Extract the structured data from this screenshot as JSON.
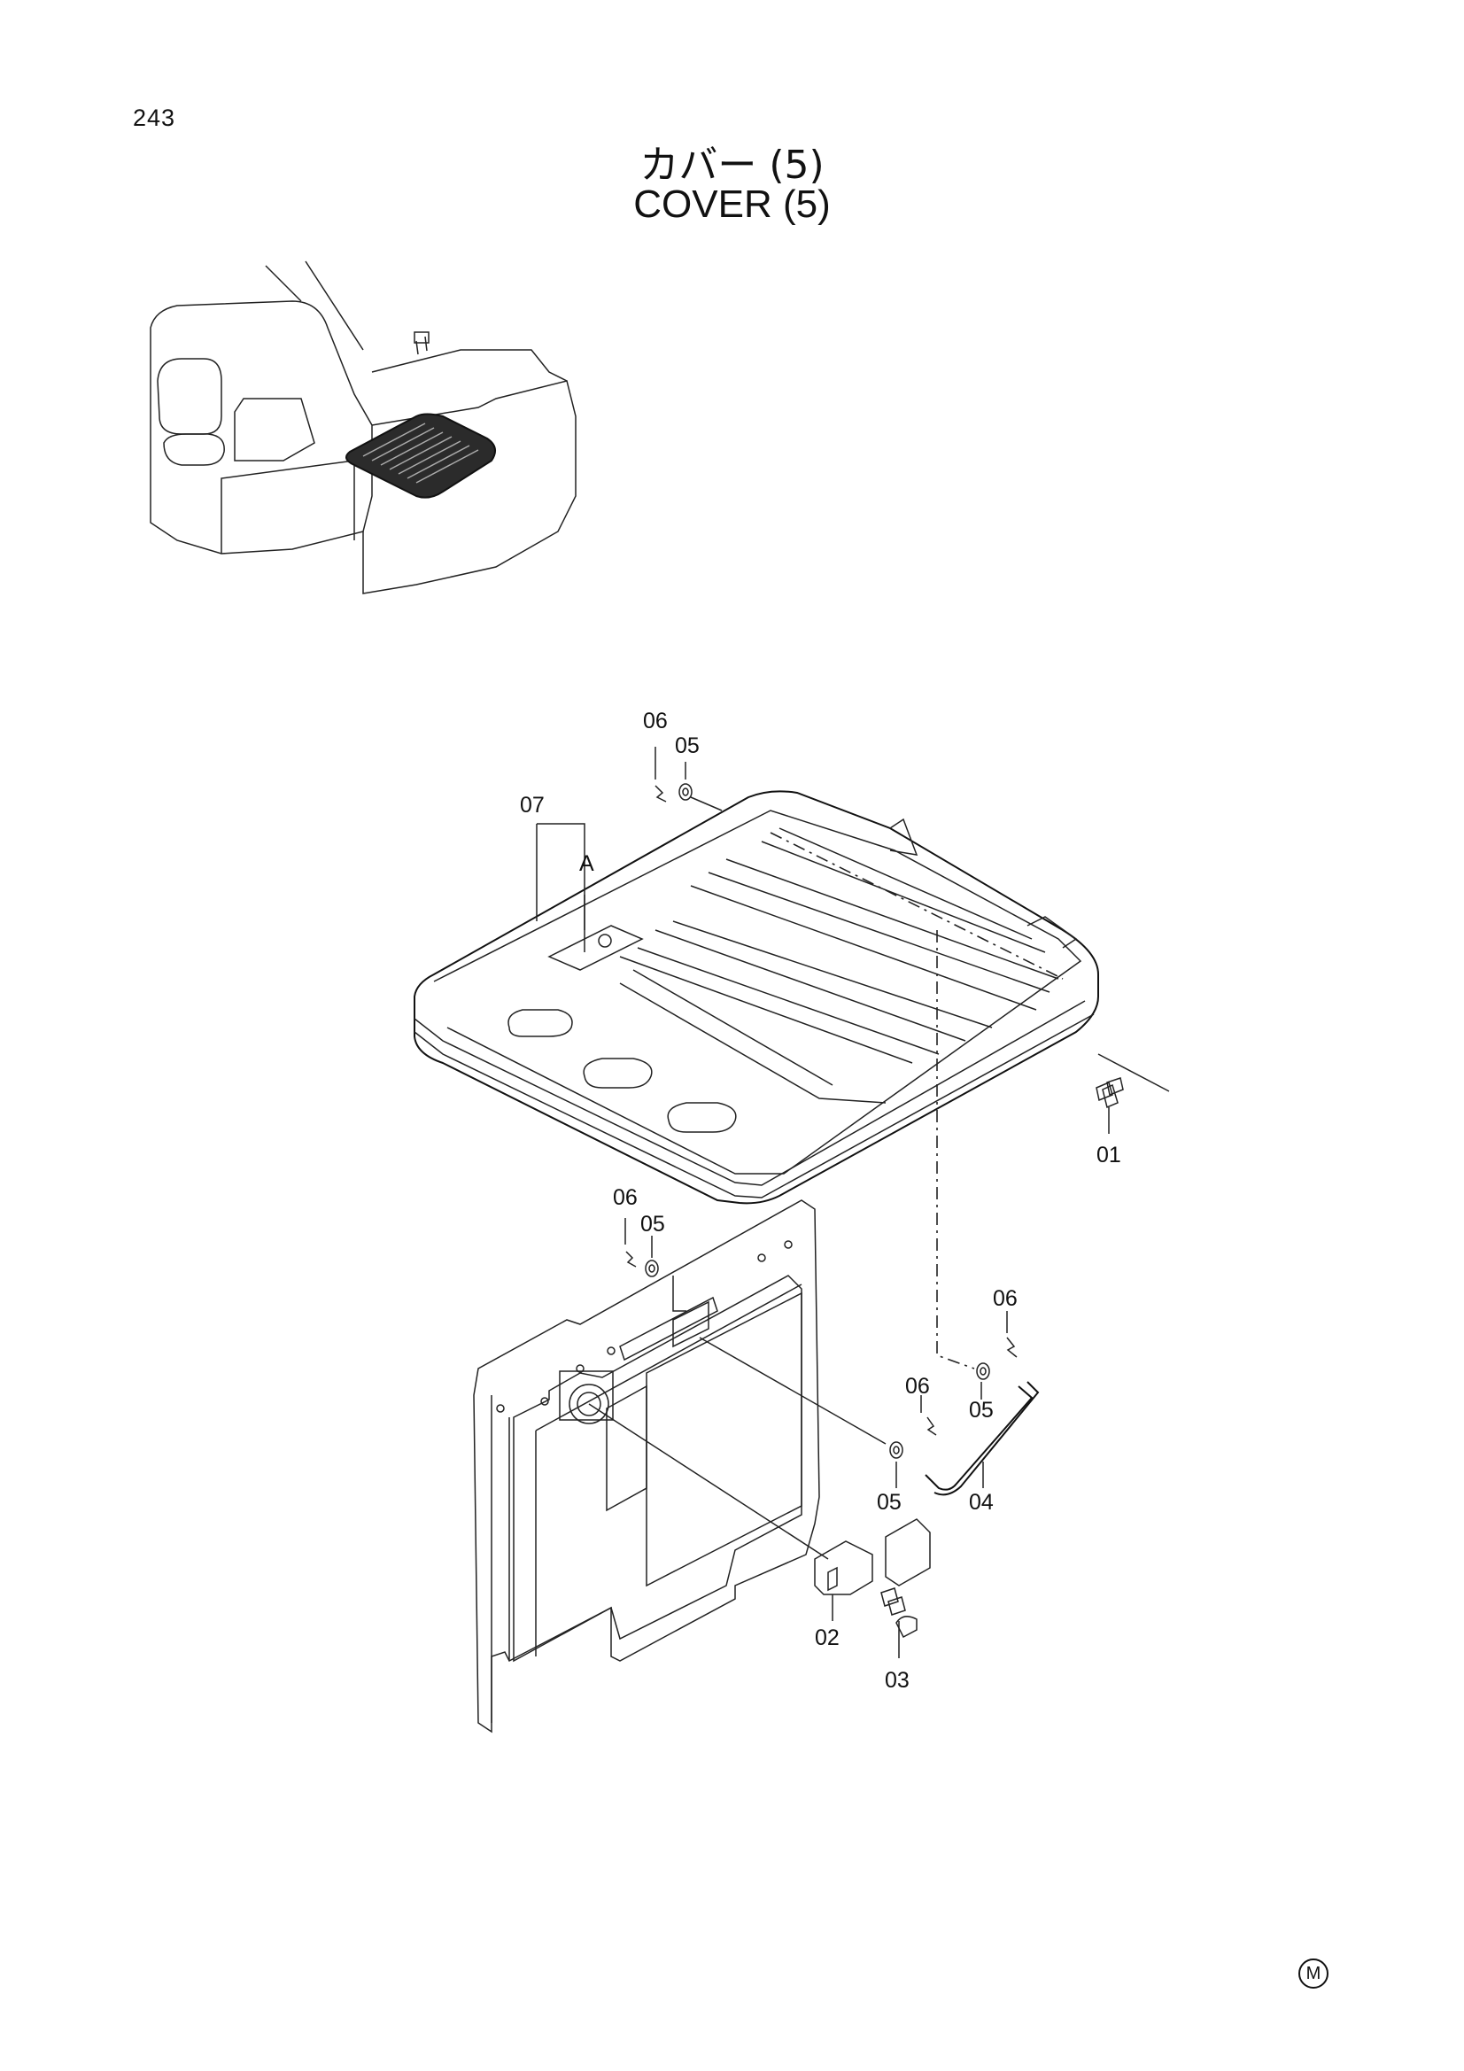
{
  "page_number": "243",
  "title_jp": "カバー (5)",
  "title_en": "COVER (5)",
  "corner_mark": "M",
  "callouts": {
    "top_06": "06",
    "top_05": "05",
    "part_07": "07",
    "detail_a": "A",
    "part_01": "01",
    "mid_06": "06",
    "mid_05": "05",
    "right_06": "06",
    "right_05": "05",
    "lower_06": "06",
    "lower_05": "05",
    "part_04": "04",
    "part_02": "02",
    "part_03": "03"
  }
}
